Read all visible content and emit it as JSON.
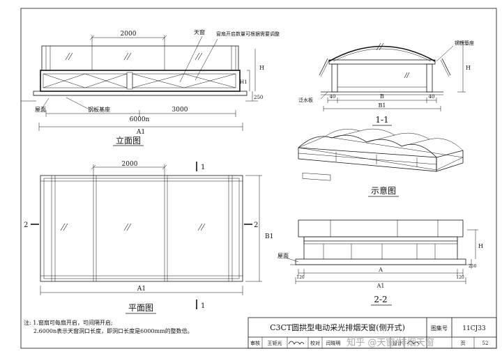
{
  "elevation": {
    "dim_panel": "2000",
    "label_skylight": "天窗",
    "label_note": "窗扇开启数量可根据需要调整",
    "label_roof": "屋面",
    "label_base": "钢板基座",
    "dim_opening": "6000n",
    "dim_3000": "3000",
    "dim_A1": "A1",
    "dim_H": "H",
    "dim_H1": "H1",
    "dim_250": "250",
    "title": "立面图"
  },
  "section11": {
    "label_base": "钢板基座",
    "label_flashing": "泛水板",
    "dim_40a": "40",
    "dim_40b": "40",
    "dim_B": "B",
    "dim_B1": "B1",
    "dim_H": "H",
    "title": "1-1"
  },
  "schematic": {
    "title": "示意图"
  },
  "plan": {
    "dim_panel": "2000",
    "mark_1": "1",
    "mark_2": "2",
    "dim_B1": "B1",
    "dim_A1": "A1",
    "title": "平面图"
  },
  "section22": {
    "label_roof": "屋面",
    "dim_120a": "120",
    "dim_120b": "120",
    "dim_A": "A",
    "dim_A1": "A1",
    "dim_H": "H",
    "dim_250": "250",
    "title": "2-2"
  },
  "notes": {
    "n1": "注: 1.窗扇可每扇开启，可间隔开启;",
    "n2": "2.6000n表示天窗洞口长度，即洞口长度是6000mm的整数倍。"
  },
  "titleblock": {
    "title": "C3CT圆拱型电动采光排烟天窗(侧开式)",
    "atlas_label": "图集号",
    "atlas_no": "11CJ33",
    "review_label": "审核",
    "reviewer": "王钜光",
    "check_label": "校对",
    "checker": "闫晓明",
    "design_label": "设计",
    "page_label": "页",
    "page_no": "52",
    "watermark": "知乎 @天窗/排烟天窗"
  }
}
